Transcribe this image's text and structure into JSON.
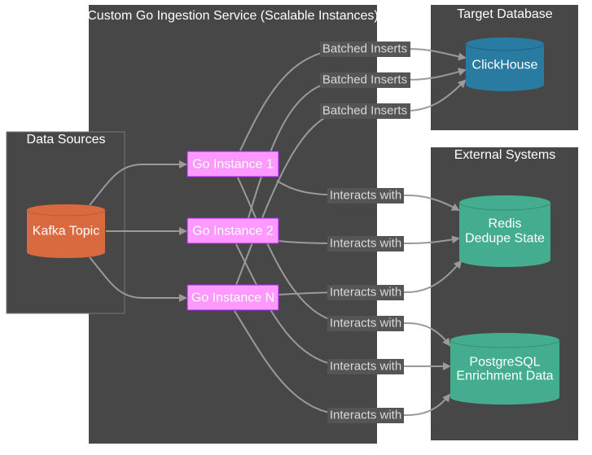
{
  "colors": {
    "background": "#ffffff",
    "cluster": "#474747",
    "kafka": "#d9693f",
    "go_instance": "#ff99ff",
    "clickhouse": "#2a7ba2",
    "redis": "#45ad8f",
    "postgres": "#45ad8f",
    "edge": "#9a9a9a"
  },
  "clusters": {
    "data_sources": "Data Sources",
    "ingestion": "Custom Go Ingestion Service (Scalable Instances)",
    "target_db": "Target Database",
    "external": "External Systems"
  },
  "nodes": {
    "kafka": "Kafka Topic",
    "go1": "Go Instance 1",
    "go2": "Go Instance 2",
    "goN": "Go Instance N",
    "clickhouse": "ClickHouse",
    "redis_line1": "Redis",
    "redis_line2": "Dedupe State",
    "pg_line1": "PostgreSQL",
    "pg_line2": "Enrichment Data"
  },
  "edge_labels": {
    "batched": "Batched Inserts",
    "interacts": "Interacts with"
  }
}
